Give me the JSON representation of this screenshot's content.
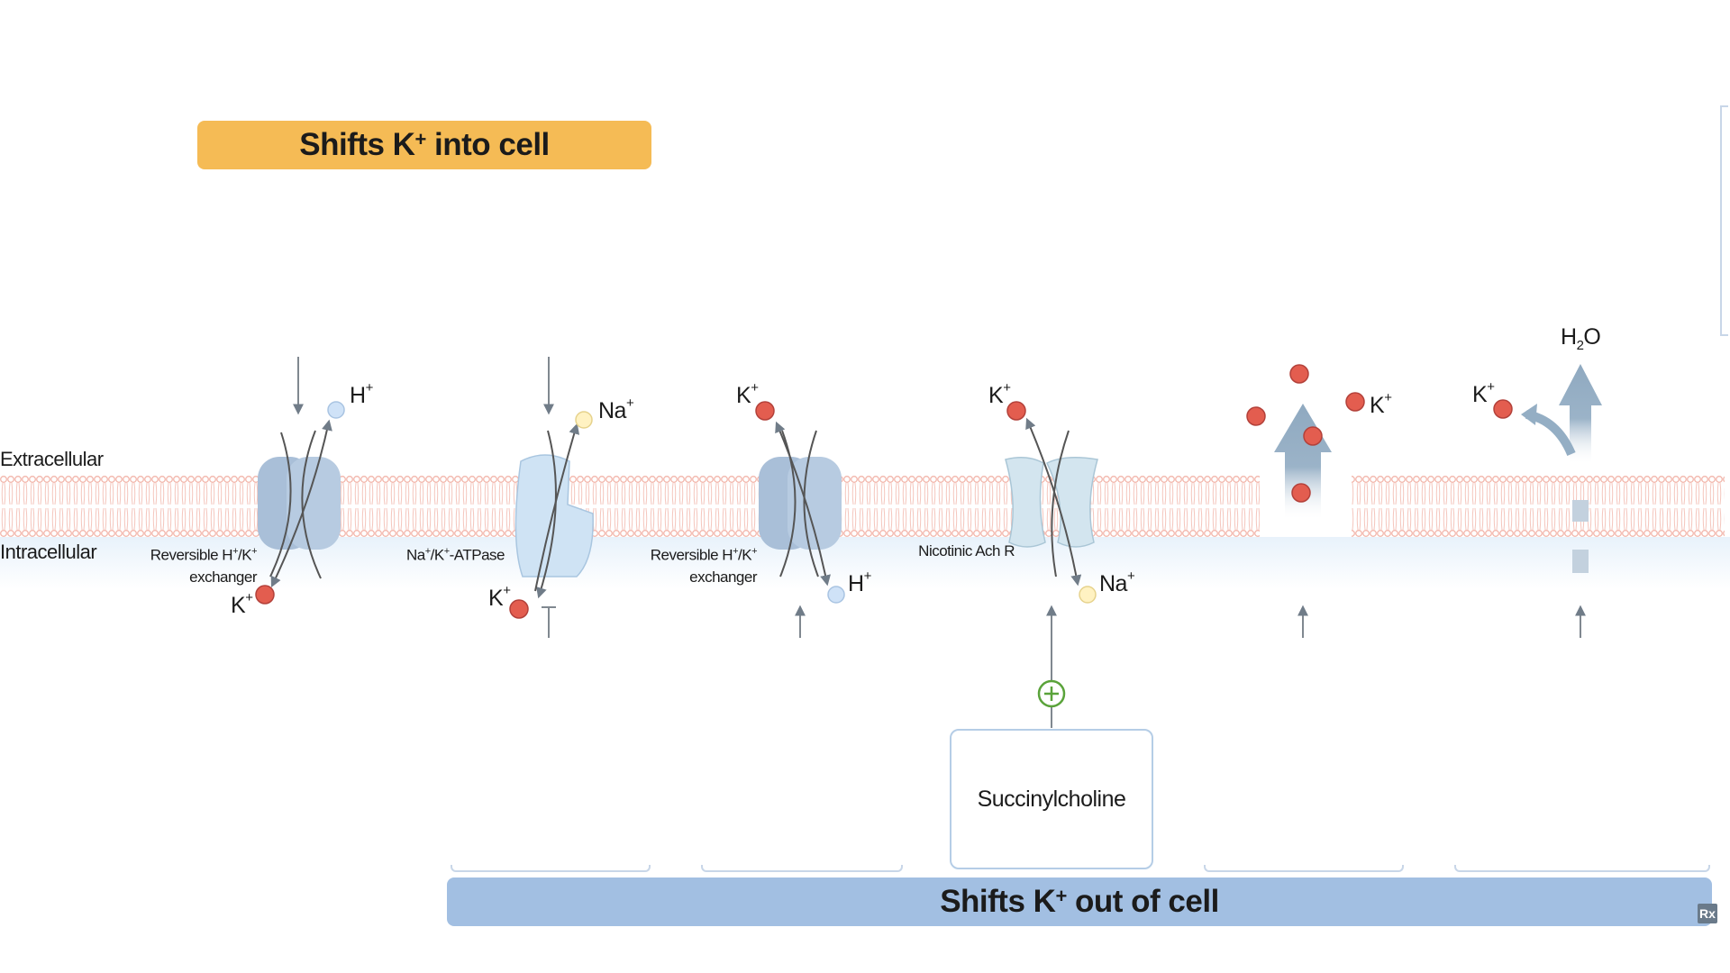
{
  "banners": {
    "into_cell": {
      "text": "Shifts K",
      "sup": "+",
      "tail": " into cell",
      "color": "#f5bb55"
    },
    "out_of_cell": {
      "text": "Shifts K",
      "sup": "+",
      "tail": " out of cell",
      "color": "#a2bfe2"
    }
  },
  "compartments": {
    "extracellular": "Extracellular",
    "intracellular": "Intracellular"
  },
  "transporters": [
    {
      "caption_l1": [
        "Reversible H",
        "+",
        "/K",
        "+"
      ],
      "caption_l2": "exchanger"
    },
    {
      "caption_l1": [
        "Na",
        "+",
        "/K",
        "+",
        "-ATPase"
      ],
      "caption_l2": ""
    },
    {
      "caption_l1": [
        "Reversible H",
        "+",
        "/K",
        "+"
      ],
      "caption_l2": "exchanger"
    },
    {
      "caption_l1": [
        "Nicotinic Ach R"
      ],
      "caption_l2": ""
    }
  ],
  "ions": {
    "h": {
      "base": "H",
      "sup": "+"
    },
    "k": {
      "base": "K",
      "sup": "+"
    },
    "na": {
      "base": "Na",
      "sup": "+"
    },
    "h2o": {
      "base": "H",
      "sub": "2",
      "tail": "O"
    }
  },
  "drug": {
    "label": "Succinylcholine",
    "effect_symbol": "plus-circle"
  },
  "colors": {
    "potassium": "#e35d4f",
    "hydrogen": "#cfe2f7",
    "sodium": "#fff2c2",
    "channel_dark": "#a9bfd8",
    "channel_light": "#cfe3f4",
    "membrane": "#f6c9c1",
    "arrow": "#8a9fb3",
    "plus": "#5aa33a"
  },
  "logo": "Rx"
}
